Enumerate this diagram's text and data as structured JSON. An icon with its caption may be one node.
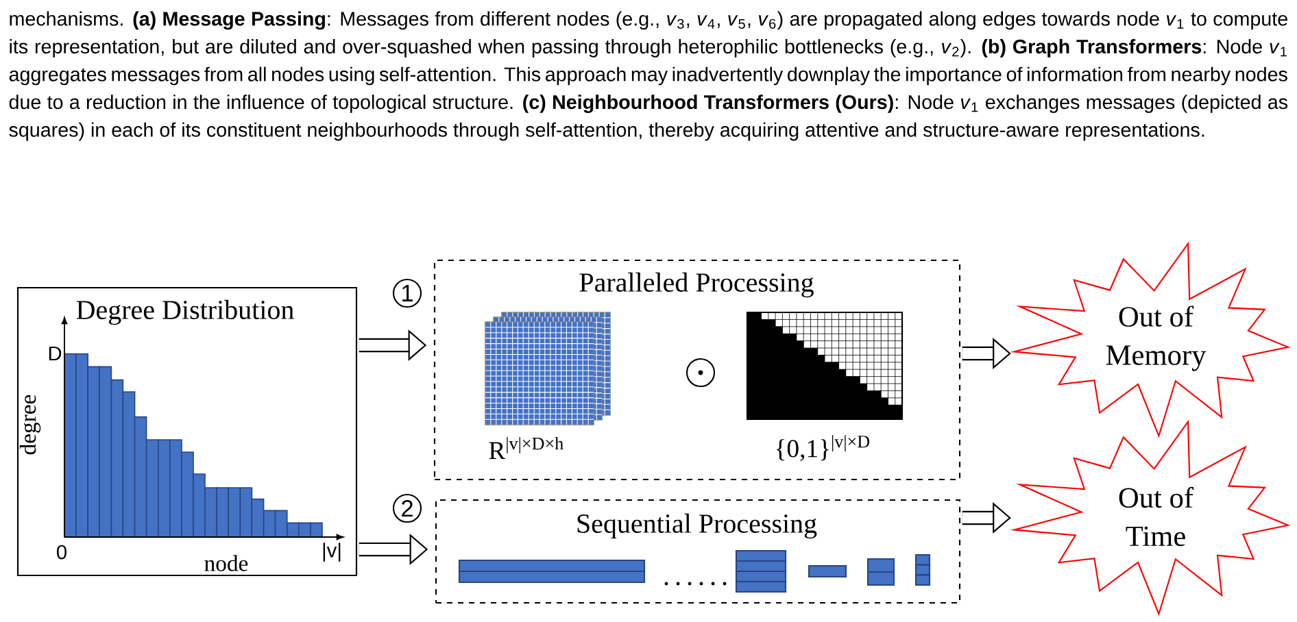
{
  "diagram": {
    "caption": "mechanisms. **(a) Message Passing**: Messages from different nodes (e.g., *v*$_{3}$, *v*$_{4}$, *v*$_{5}$, *v*$_{6}$) are propagated along edges towards node *v*$_{1}$ to compute its representation, but are diluted and over-squashed when passing through heterophilic bottlenecks (e.g., *v*$_{2}$). **(b) Graph Transformers**: Node *v*$_{1}$ aggregates messages from all nodes using self-attention. This approach may inadvertently downplay the importance of information from nearby nodes due to a reduction in the influence of topological structure. **(c) Neighbourhood Transformers (Ours)**: Node *v*$_{1}$ exchanges messages (depicted as squares) in each of its constituent neighbourhoods through self-attention, thereby acquiring attentive and structure-aware representations.",
    "nodes": [
      {
        "text": [
          "Degree Distribution"
        ]
      },
      {
        "text": [
          "Paralleled Processing"
        ]
      },
      {
        "text": [
          "Sequential Processing"
        ]
      },
      {
        "text": [
          "Out of Memory"
        ]
      },
      {
        "text": [
          "Out of Time"
        ]
      }
    ],
    "edges": [
      {
        "from": 0,
        "to": 1,
        "arrow": "to"
      },
      {
        "from": 0,
        "to": 2,
        "arrow": "to"
      },
      {
        "from": 1,
        "to": 3,
        "arrow": "to"
      },
      {
        "from": 2,
        "to": 4,
        "arrow": "to"
      }
    ],
    "labels": [
      "D",
      "degree",
      "0",
      "node",
      "|v|",
      "1",
      "R$^{|v|×D×h}$",
      "{0,1}$^{|v|×D}$",
      "2"
    ]
  }
}
